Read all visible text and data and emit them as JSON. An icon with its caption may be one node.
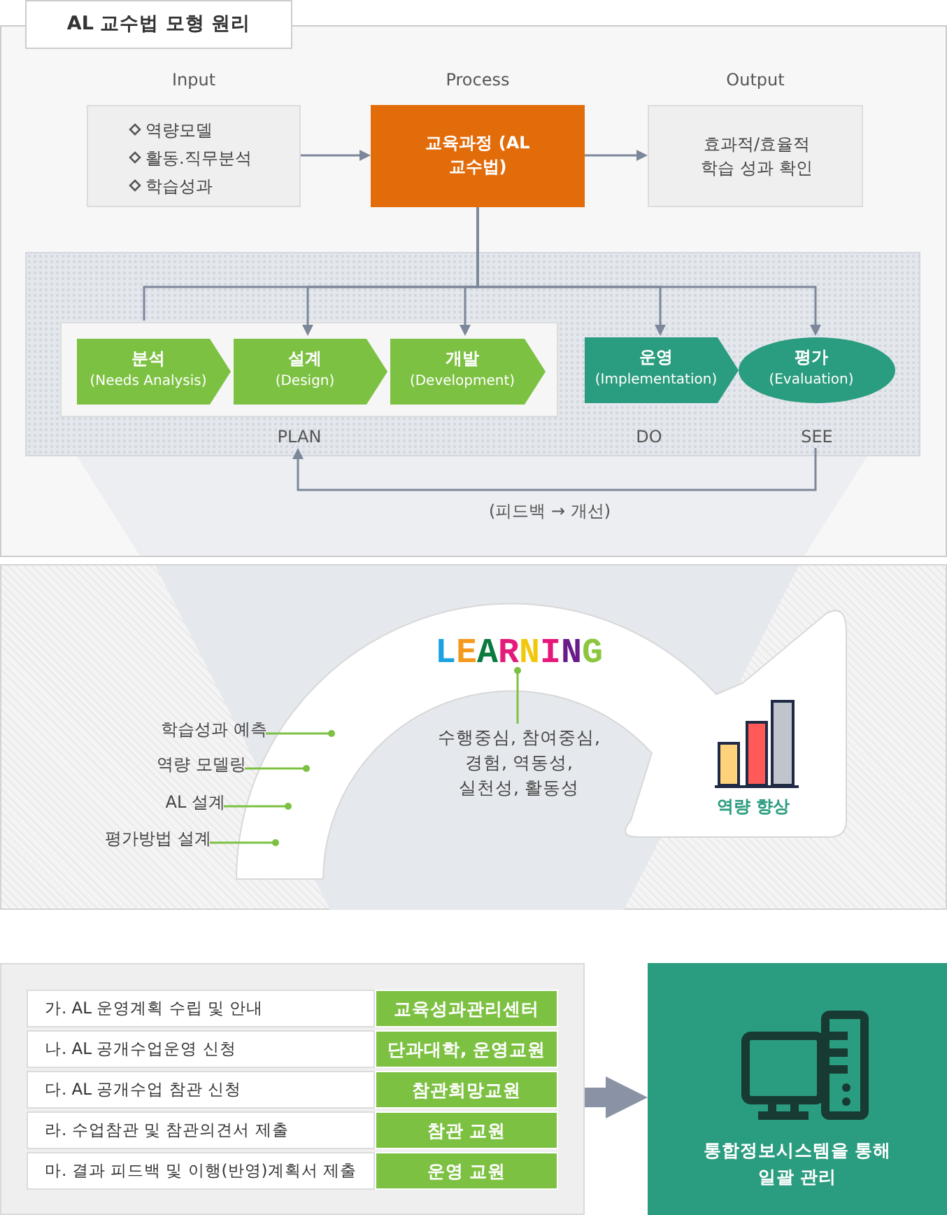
{
  "diagram": {
    "nodes": [
      {
        "text": [
          "AL 교수법 모형 원리"
        ]
      },
      {
        "text": [
          "Input",
          "역량모델",
          "활동.직무분석",
          "학습성과"
        ],
        "in": 0
      },
      {
        "text": [
          "Process",
          "교육과정 (AL 교수법)"
        ],
        "in": 0
      },
      {
        "text": [
          "Output",
          "효과적/효율적 학습 성과 확인"
        ],
        "in": 0
      },
      {
        "text": [],
        "shape": "box",
        "in": 0
      },
      {
        "text": [],
        "shape": "box",
        "in": 4
      },
      {
        "text": [
          "분석",
          "(Needs Analysis)"
        ],
        "in": 5
      },
      {
        "text": [
          "설계",
          "(Design)"
        ],
        "in": 5
      },
      {
        "text": [
          "개발",
          "(Development)"
        ],
        "in": 5
      },
      {
        "text": [
          "운영",
          "(Implementation)"
        ],
        "in": 4
      },
      {
        "text": [
          "평가",
          "(Evaluation)"
        ],
        "in": 4
      },
      {
        "text": [
          "PLAN"
        ],
        "in": 4
      },
      {
        "text": [
          "DO"
        ],
        "in": 4
      },
      {
        "text": [
          "SEE"
        ],
        "in": 4
      },
      {
        "text": [],
        "shape": "box"
      },
      {
        "text": [],
        "shape": "arrow",
        "in": 14
      },
      {
        "text": [
          "LEARNING"
        ],
        "in": 15
      },
      {
        "text": [
          "수행중심, 참여중심, 경험, 역동성, 실천성, 활동성"
        ],
        "in": 14
      },
      {
        "text": [
          "학습성과 예측"
        ],
        "in": 14
      },
      {
        "text": [
          "역량 모델링"
        ],
        "in": 14
      },
      {
        "text": [
          "AL 설계"
        ],
        "in": 14
      },
      {
        "text": [
          "평가방법 설계"
        ],
        "in": 14
      },
      {
        "text": [
          "역량 향상"
        ],
        "in": 15
      },
      {
        "text": [],
        "shape": "box"
      },
      {
        "text": [
          "통합정보시스템을 통해 일괄 관리"
        ]
      }
    ],
    "edges": [
      {
        "from": 1,
        "to": 2,
        "arrow": "to"
      },
      {
        "from": 2,
        "to": 3,
        "arrow": "to"
      },
      {
        "from": 2,
        "to": 5,
        "arrow": "none"
      },
      {
        "from": 2,
        "to": 7,
        "arrow": "to"
      },
      {
        "from": 2,
        "to": 8,
        "arrow": "to"
      },
      {
        "from": 2,
        "to": 9,
        "arrow": "to"
      },
      {
        "from": 2,
        "to": 10,
        "arrow": "to"
      },
      {
        "from": 13,
        "to": 11,
        "arrow": "to",
        "label": "(피드백 → 개선)"
      },
      {
        "from": 18,
        "to": 15,
        "arrow": "other"
      },
      {
        "from": 19,
        "to": 15,
        "arrow": "other"
      },
      {
        "from": 20,
        "to": 15,
        "arrow": "other"
      },
      {
        "from": 21,
        "to": 15,
        "arrow": "other"
      },
      {
        "from": 16,
        "to": 17,
        "arrow": "other"
      },
      {
        "from": 23,
        "to": 24,
        "arrow": "to",
        "style": "thick",
        "color": "#8a93a6"
      }
    ],
    "labels": [
      "가. AL 운영계획 수립 및 안내",
      "교육성과관리센터",
      "나. AL 공개수업운영 신청",
      "단과대학, 운영교원",
      "다. AL 공개수업 참관 신청",
      "참관희망교원",
      "라. 수업참관 및 참관의견서 제출",
      "참관 교원",
      "마. 결과 피드백 및 이행(반영)계획서 제출",
      "운영 교원"
    ]
  }
}
